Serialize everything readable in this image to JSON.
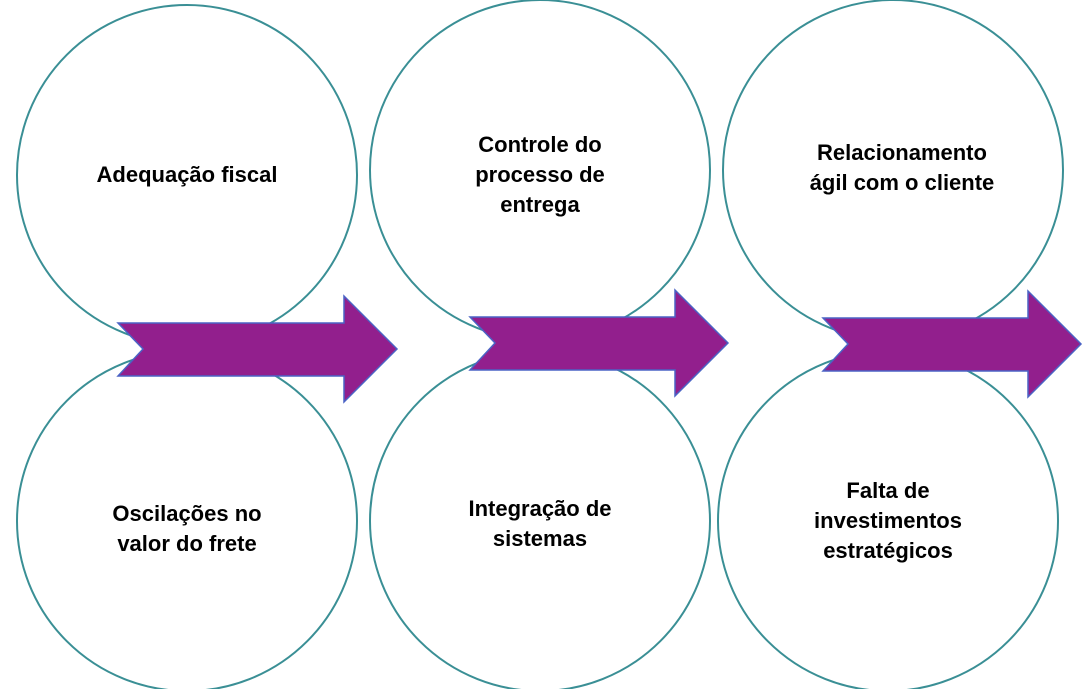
{
  "colors": {
    "circle_stroke": "#3a8f95",
    "circle_fill": "#ffffff",
    "arrow_fill": "#921f8d",
    "arrow_stroke": "#4b63c5"
  },
  "nodes": {
    "top": [
      {
        "label": "Adequação fiscal"
      },
      {
        "label": "Controle do\nprocesso de\nentrega"
      },
      {
        "label": "Relacionamento\nágil com o cliente"
      }
    ],
    "bottom": [
      {
        "label": "Oscilações no\nvalor do frete"
      },
      {
        "label": "Integração de\nsistemas"
      },
      {
        "label": "Falta de\ninvestimentos\nestratégicos"
      }
    ]
  }
}
